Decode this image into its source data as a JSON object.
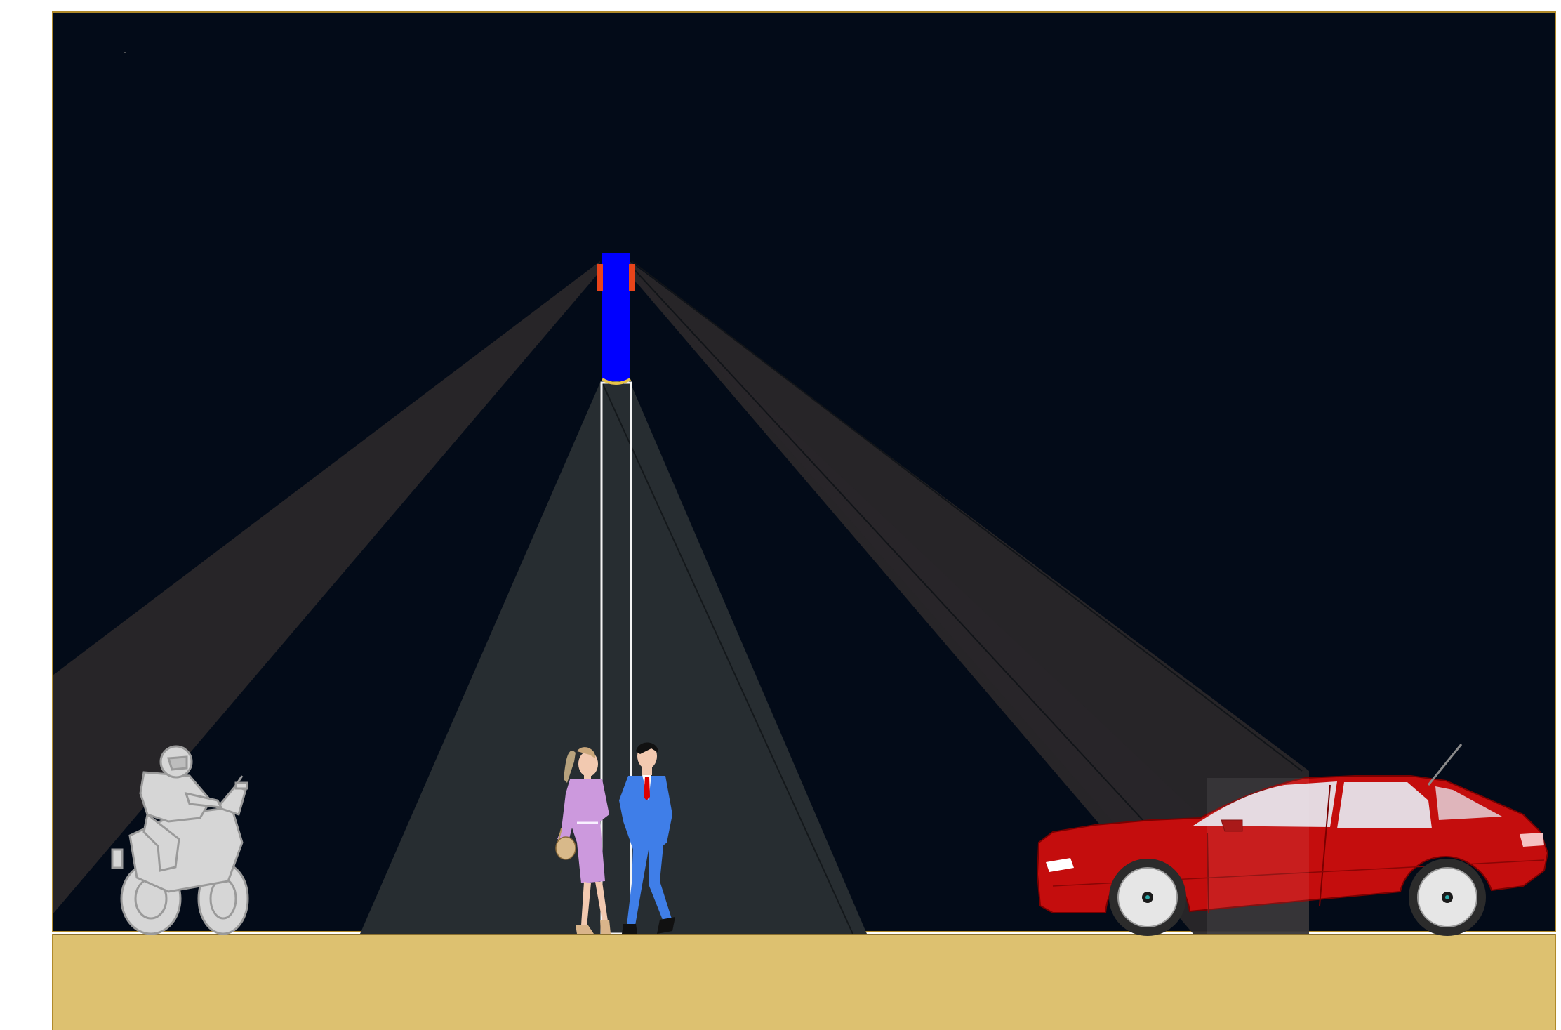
{
  "scene": {
    "colors": {
      "page_background": "#ffffff",
      "night_sky": "#030b18",
      "frame_border": "#b08a2a",
      "ground": "#ddc170",
      "pole_body": "#0000ff",
      "pole_side_lamps": "#e8441a",
      "pole_shaft_outline": "#f4f4f4",
      "downlight_beam": "#272d31",
      "side_beams": "#292729",
      "motorcycle": "#d6d6d6",
      "woman_dress": "#cc99dd",
      "man_suit": "#3f7ee8",
      "man_tie": "#dd0000",
      "car_body": "#c40d0d",
      "car_windows": "#e8eef6",
      "wheels": "#e6e6e6"
    },
    "elements": [
      {
        "id": "night-sky",
        "icon": "dark-background"
      },
      {
        "id": "ground-strip",
        "icon": "ground-surface"
      },
      {
        "id": "light-pole",
        "icon": "blue-lighting-column"
      },
      {
        "id": "left-side-beam",
        "icon": "light-cone"
      },
      {
        "id": "right-side-beams",
        "icon": "light-cone"
      },
      {
        "id": "center-downlight",
        "icon": "light-cone"
      },
      {
        "id": "motorcycle-rider",
        "icon": "motorcycle-icon"
      },
      {
        "id": "couple-walking",
        "icon": "pedestrians-icon"
      },
      {
        "id": "red-sedan",
        "icon": "car-icon"
      }
    ]
  }
}
